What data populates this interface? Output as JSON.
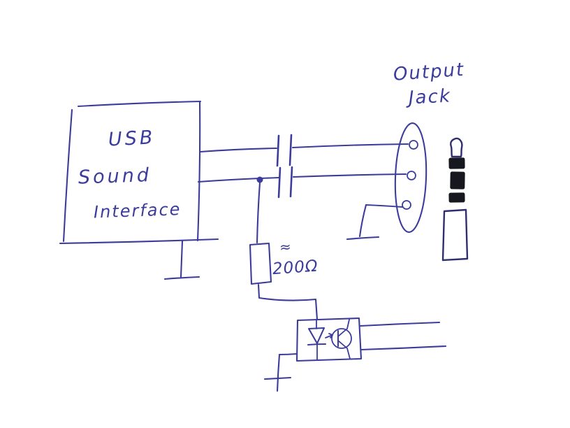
{
  "colors": {
    "ink": "#3c3c9c",
    "ink_dark": "#2e2e70",
    "plug": "#17171f",
    "background": "#ffffff"
  },
  "labels": {
    "usb_line1": "USB",
    "usb_line2": "Sound",
    "usb_line3": "Interface",
    "jack_line1": "Output",
    "jack_line2": "Jack",
    "resistor_approx": "≈",
    "resistor_value": "200Ω"
  }
}
